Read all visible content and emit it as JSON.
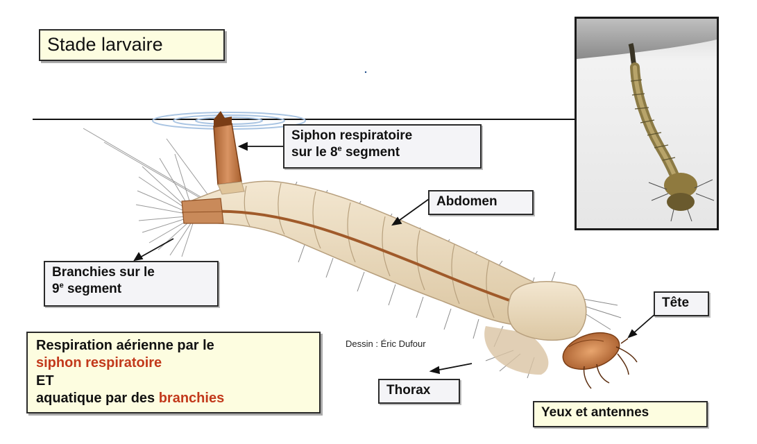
{
  "title": "Stade larvaire",
  "labels": {
    "siphon_line1": "Siphon respiratoire",
    "siphon_line2_pre": "sur le 8",
    "siphon_sup": "e",
    "siphon_line2_post": " segment",
    "abdomen": "Abdomen",
    "branchies_line1": "Branchies sur le",
    "branchies_pre": "9",
    "branchies_sup": "e",
    "branchies_post": " segment",
    "tete": "Tête",
    "thorax": "Thorax",
    "yeux": "Yeux et antennes"
  },
  "note": {
    "line1": "Respiration aérienne par le",
    "line2": "siphon respiratoire",
    "line3": "ET",
    "line4_pre": "aquatique par des ",
    "line4_red": "branchies"
  },
  "credit": "Dessin : Éric Dufour",
  "colors": {
    "highlight_red": "#c2391b",
    "title_bg": "#fdfde0",
    "label_bg": "#f4f4f7",
    "larva_body": "#ecdcc1",
    "larva_siphon": "#c27a48"
  }
}
